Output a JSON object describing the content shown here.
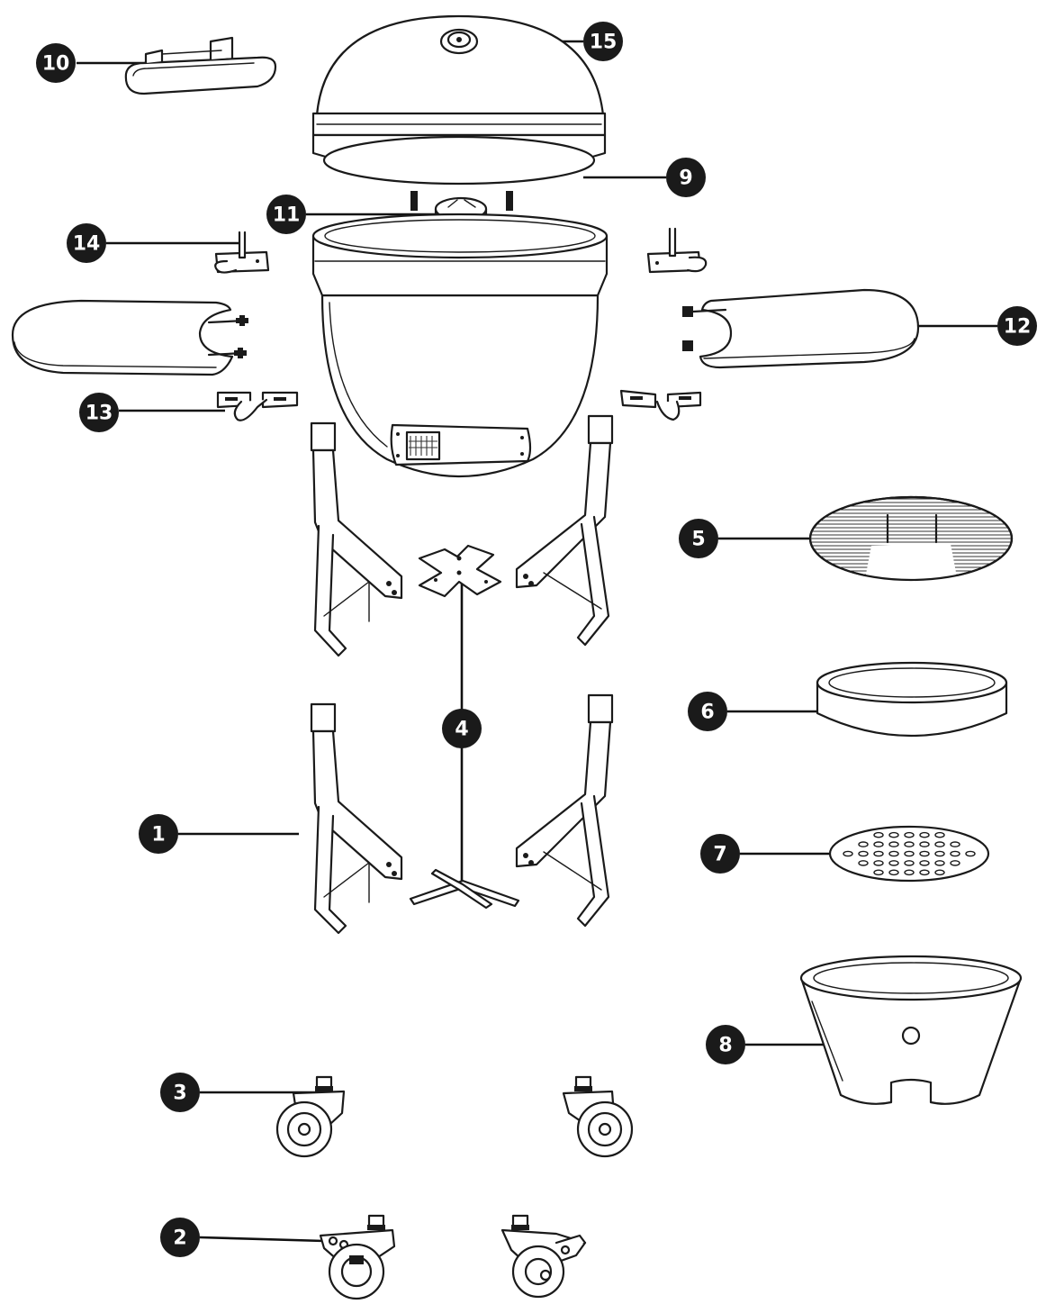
{
  "callouts": [
    {
      "id": "1",
      "label": "1"
    },
    {
      "id": "2",
      "label": "2"
    },
    {
      "id": "3",
      "label": "3"
    },
    {
      "id": "4",
      "label": "4"
    },
    {
      "id": "5",
      "label": "5"
    },
    {
      "id": "6",
      "label": "6"
    },
    {
      "id": "7",
      "label": "7"
    },
    {
      "id": "8",
      "label": "8"
    },
    {
      "id": "9",
      "label": "9"
    },
    {
      "id": "10",
      "label": "10"
    },
    {
      "id": "11",
      "label": "11"
    },
    {
      "id": "12",
      "label": "12"
    },
    {
      "id": "13",
      "label": "13"
    },
    {
      "id": "14",
      "label": "14"
    },
    {
      "id": "15",
      "label": "15"
    }
  ],
  "colors": {
    "ink": "#1a1a1a",
    "paper": "#ffffff"
  }
}
